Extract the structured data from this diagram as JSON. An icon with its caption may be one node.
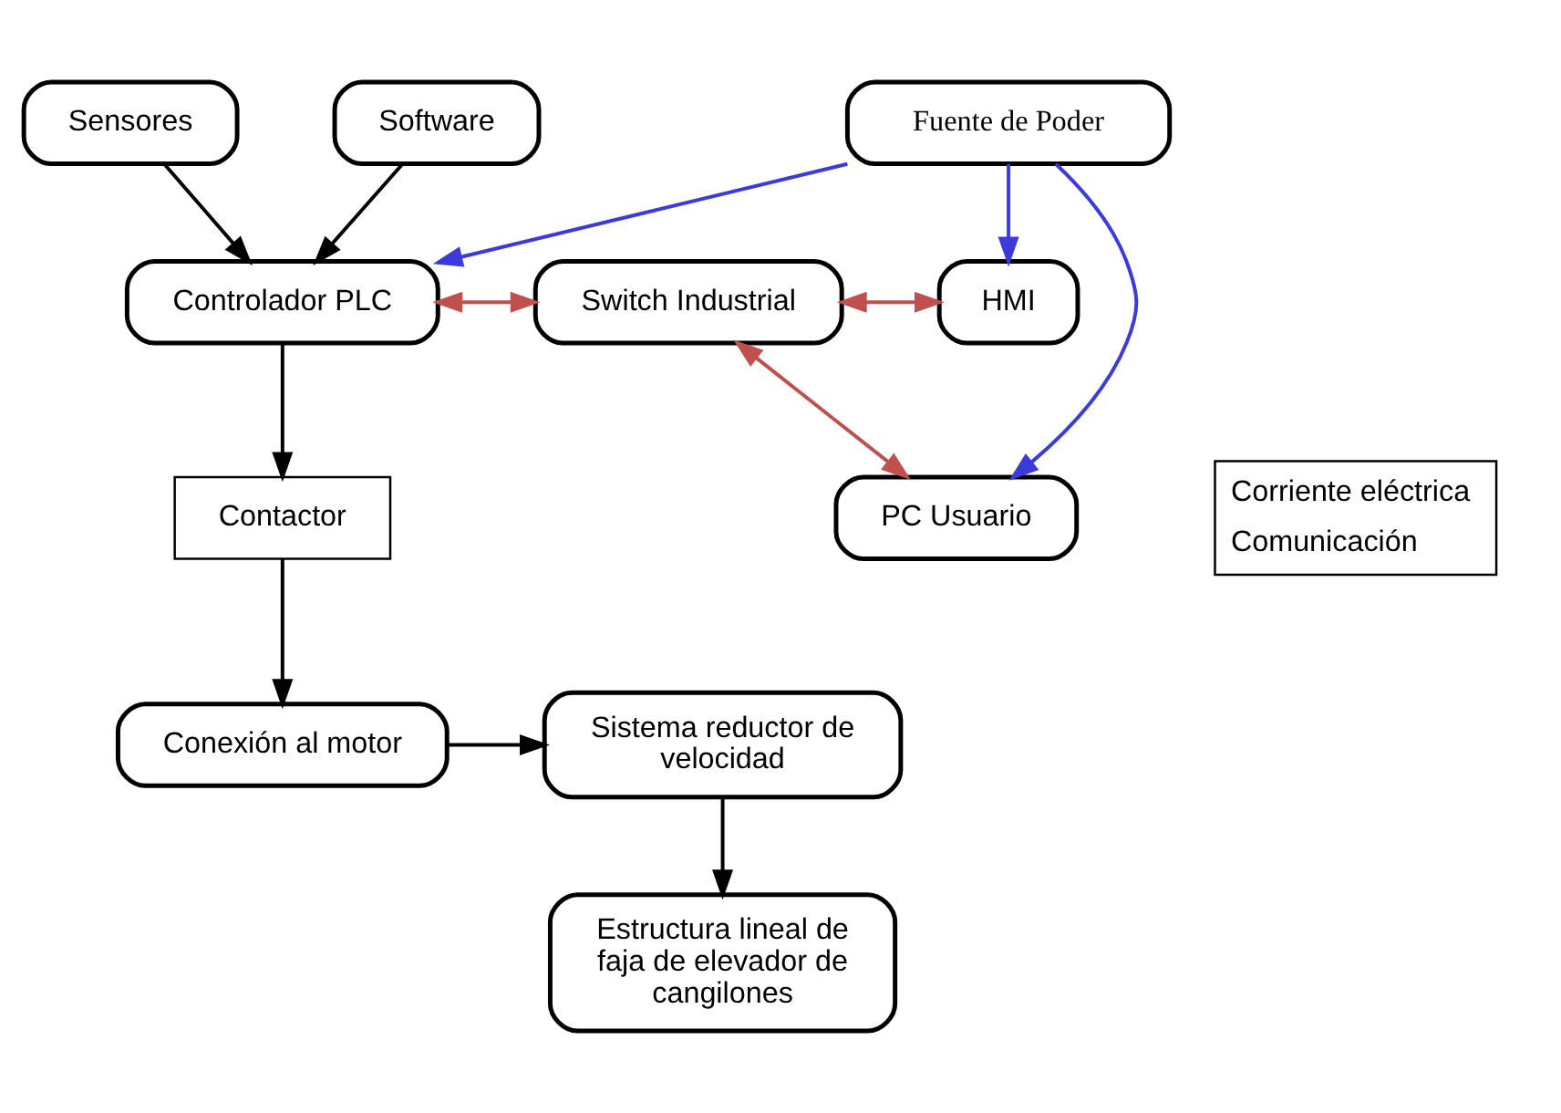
{
  "diagram": {
    "nodes": [
      {
        "text": [
          "Fuente de Poder"
        ]
      },
      {
        "text": [
          "Sensores"
        ]
      },
      {
        "text": [
          "Software"
        ]
      },
      {
        "text": [
          "Controlador PLC"
        ]
      },
      {
        "text": [
          "Switch Industrial"
        ]
      },
      {
        "text": [
          "HMI"
        ]
      },
      {
        "text": [
          "Contactor"
        ]
      },
      {
        "text": [
          "PC Usuario"
        ]
      },
      {
        "text": [
          "Conexión al motor"
        ]
      },
      {
        "text": [
          "Sistema reductor de velocidad"
        ]
      },
      {
        "text": [
          "Estructura lineal de faja de elevador de cangilones"
        ]
      }
    ],
    "edges": [
      {
        "from": 0,
        "to": 3,
        "arrow": "to",
        "color": "#3b3bdc"
      },
      {
        "from": 0,
        "to": 5,
        "arrow": "to",
        "color": "#3b3bdc"
      },
      {
        "from": 0,
        "to": 7,
        "arrow": "to",
        "color": "#3b3bdc"
      },
      {
        "from": 1,
        "to": 3,
        "arrow": "to"
      },
      {
        "from": 2,
        "to": 3,
        "arrow": "to"
      },
      {
        "from": 3,
        "to": 4,
        "arrow": "both",
        "color": "#c0504d"
      },
      {
        "from": 4,
        "to": 5,
        "arrow": "both",
        "color": "#c0504d"
      },
      {
        "from": 4,
        "to": 7,
        "arrow": "both",
        "color": "#c0504d"
      },
      {
        "from": 3,
        "to": 6,
        "arrow": "to"
      },
      {
        "from": 6,
        "to": 8,
        "arrow": "to"
      },
      {
        "from": 8,
        "to": 9,
        "arrow": "to"
      },
      {
        "from": 9,
        "to": 10,
        "arrow": "to"
      }
    ],
    "legend": [
      {
        "text": "Corriente eléctrica"
      },
      {
        "text": "Comunicación"
      }
    ]
  }
}
